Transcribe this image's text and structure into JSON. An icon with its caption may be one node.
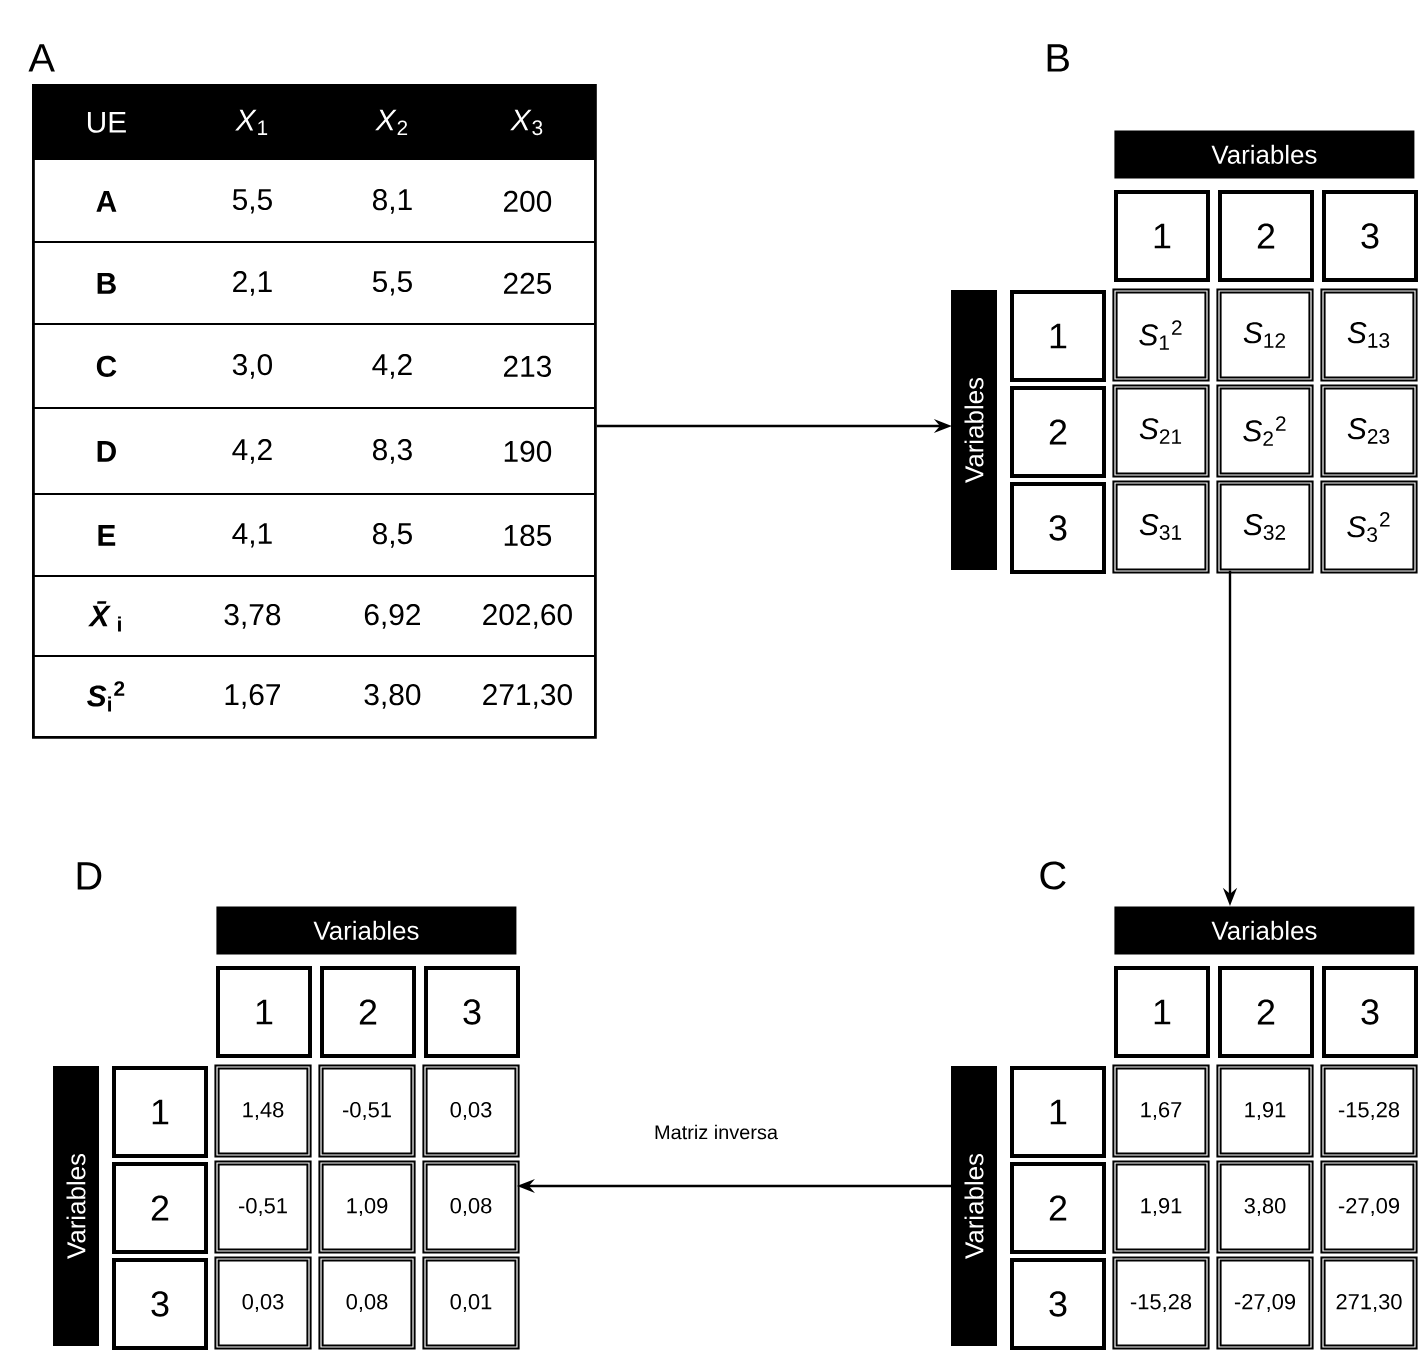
{
  "diagram": {
    "nodes": [
      {
        "text": [
          "A",
          "UE",
          "*X*$_{1}$",
          "*X*$_{2}$",
          "*X*$_{3}$",
          "A",
          "5,5",
          "8,1",
          "200",
          "B",
          "2,1",
          "5,5",
          "225",
          "C",
          "3,0",
          "4,2",
          "213",
          "D",
          "4,2",
          "8,3",
          "190",
          "E",
          "4,1",
          "8,5",
          "185",
          "*X̄*$_{i}$",
          "3,78",
          "6,92",
          "202,60",
          "*S*$_{i}$$^{2}$",
          "1,67",
          "3,80",
          "271,30"
        ]
      },
      {
        "text": [
          "B",
          "Variables",
          "Variables",
          "1",
          "2",
          "3",
          "1",
          "*S*$_{1}$$^{2}$",
          "*S*$_{12}$",
          "*S*$_{13}$",
          "2",
          "*S*$_{21}$",
          "*S*$_{2}$$^{2}$",
          "*S*$_{23}$",
          "3",
          "*S*$_{31}$",
          "*S*$_{32}$",
          "*S*$_{3}$$^{2}$"
        ]
      },
      {
        "text": [
          "C",
          "Variables",
          "Variables",
          "1",
          "2",
          "3",
          "1",
          "1,67",
          "1,91",
          "-15,28",
          "2",
          "1,91",
          "3,80",
          "-27,09",
          "3",
          "-15,28",
          "-27,09",
          "271,30"
        ]
      },
      {
        "text": [
          "D",
          "Variables",
          "Variables",
          "1",
          "2",
          "3",
          "1",
          "1,48",
          "-0,51",
          "0,03",
          "2",
          "-0,51",
          "1,09",
          "0,08",
          "3",
          "0,03",
          "0,08",
          "0,01"
        ]
      }
    ],
    "edges": [
      {
        "from": 0,
        "to": 1,
        "arrow": "to"
      },
      {
        "from": 1,
        "to": 2,
        "arrow": "to"
      },
      {
        "from": 2,
        "to": 3,
        "arrow": "to",
        "label": "Matriz inversa"
      }
    ]
  }
}
